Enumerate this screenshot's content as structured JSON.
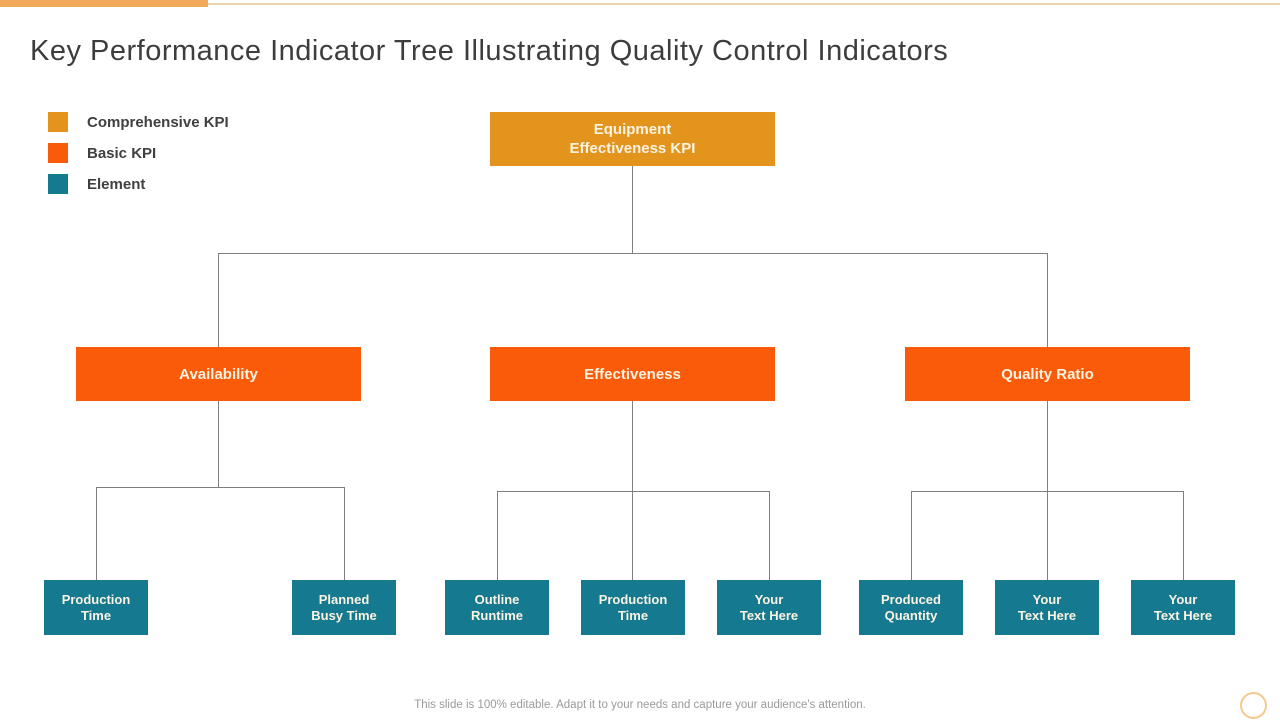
{
  "slide": {
    "title": "Key Performance Indicator Tree Illustrating Quality Control Indicators",
    "footer_note": "This slide is 100% editable. Adapt it to your needs and capture your audience's attention."
  },
  "legend": {
    "items": [
      {
        "label": "Comprehensive KPI",
        "color": "#E2941C"
      },
      {
        "label": "Basic KPI",
        "color": "#F95B09"
      },
      {
        "label": "Element",
        "color": "#15798F"
      }
    ]
  },
  "tree": {
    "root": {
      "label": "Equipment\nEffectiveness KPI",
      "category": "Comprehensive KPI"
    },
    "branches": [
      {
        "label": "Availability",
        "category": "Basic KPI"
      },
      {
        "label": "Effectiveness",
        "category": "Basic KPI"
      },
      {
        "label": "Quality Ratio",
        "category": "Basic KPI"
      }
    ],
    "leaves": [
      {
        "label": "Production\nTime",
        "parent": "Availability",
        "category": "Element"
      },
      {
        "label": "Planned\nBusy Time",
        "parent": "Availability",
        "category": "Element"
      },
      {
        "label": "Outline\nRuntime",
        "parent": "Effectiveness",
        "category": "Element"
      },
      {
        "label": "Production\nTime",
        "parent": "Effectiveness",
        "category": "Element"
      },
      {
        "label": "Your\nText Here",
        "parent": "Effectiveness",
        "category": "Element"
      },
      {
        "label": "Produced\nQuantity",
        "parent": "Quality Ratio",
        "category": "Element"
      },
      {
        "label": "Your\nText Here",
        "parent": "Quality Ratio",
        "category": "Element"
      },
      {
        "label": "Your\nText Here",
        "parent": "Quality Ratio",
        "category": "Element"
      }
    ]
  },
  "colors": {
    "comprehensive_kpi": "#E2941C",
    "basic_kpi": "#F95B09",
    "element": "#15798F",
    "connector": "#7F7F7F",
    "top_bar_accent": "#F2A95C",
    "top_bar_line": "#EBD6B0",
    "title_text": "#3D3D3D",
    "node_text": "#FBF3E3",
    "corner_circle": "#F6C88F"
  }
}
